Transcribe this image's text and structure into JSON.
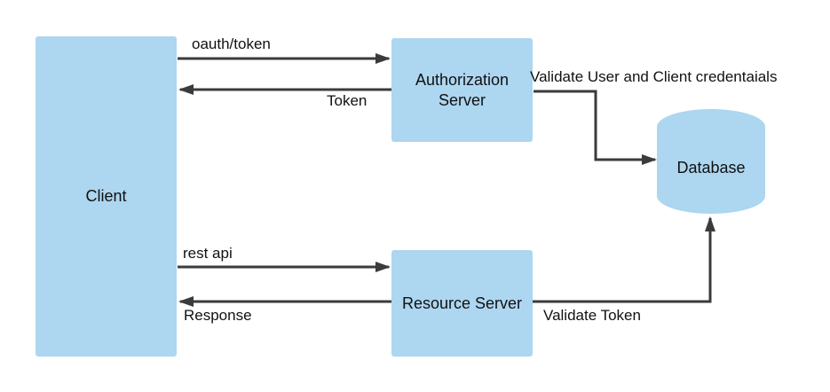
{
  "colors": {
    "background": "#FFFFFF",
    "node_fill": "#ADD6F0",
    "line": "#3B3B3B",
    "text": "#111111"
  },
  "nodes": {
    "client": {
      "label": "Client",
      "shape": "rectangle"
    },
    "authorization_server": {
      "label": "Authorization Server",
      "shape": "rectangle"
    },
    "resource_server": {
      "label": "Resource Server",
      "shape": "rectangle"
    },
    "database": {
      "label": "Database",
      "shape": "cylinder"
    }
  },
  "edges": {
    "oauth_token": {
      "label": "oauth/token",
      "from": "client",
      "to": "authorization_server"
    },
    "token": {
      "label": "Token",
      "from": "authorization_server",
      "to": "client"
    },
    "validate_user": {
      "label": "Validate User and Client credentaials",
      "from": "authorization_server",
      "to": "database"
    },
    "rest_api": {
      "label": "rest api",
      "from": "client",
      "to": "resource_server"
    },
    "response": {
      "label": "Response",
      "from": "resource_server",
      "to": "client"
    },
    "validate_token": {
      "label": "Validate Token",
      "from": "resource_server",
      "to": "database"
    }
  }
}
